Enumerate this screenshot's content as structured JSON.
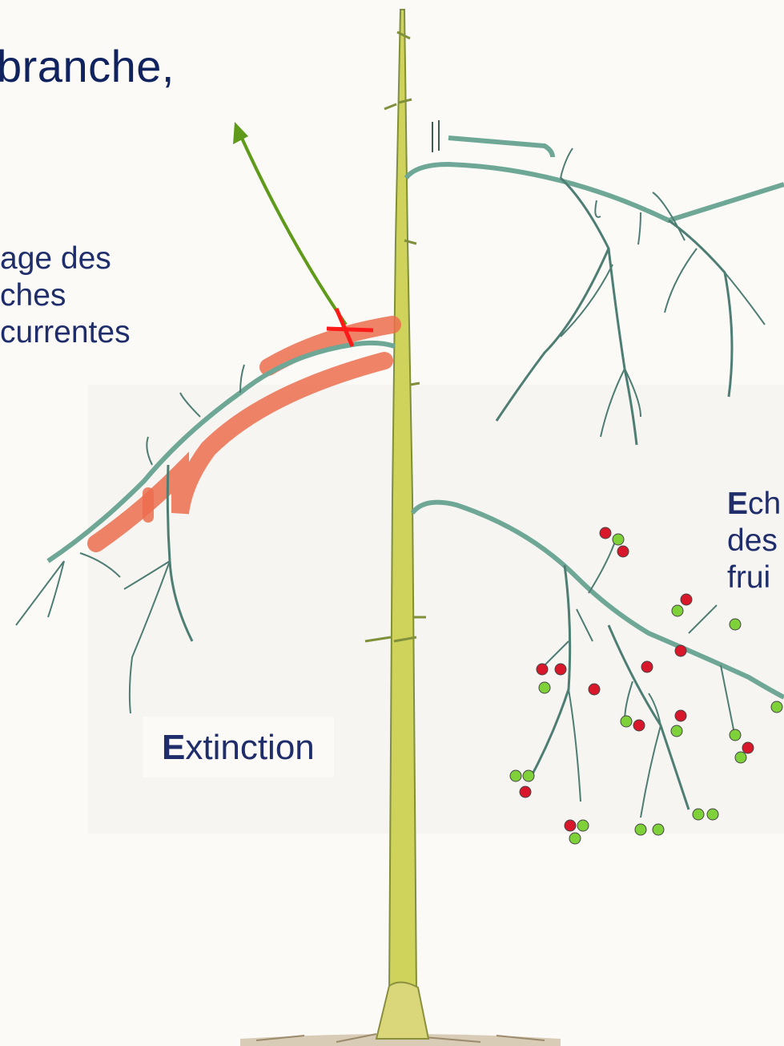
{
  "title_fragment": "branche,",
  "labels": {
    "elagage_line1": "age des",
    "elagage_line2": "ches",
    "elagage_line3": "currentes",
    "echelonnement_initial": "E",
    "echelonnement_line1_rest": "ch",
    "echelonnement_line2": "des",
    "echelonnement_line3": "frui",
    "extinction_initial": "E",
    "extinction_rest": "xtinction"
  },
  "colors": {
    "stem": "#c9cf57",
    "branch": "#6fa797",
    "pruning_highlight": "#ec6d4f",
    "arrow": "#5f9a1a",
    "cut_mark": "#ff1a1a",
    "fruit_red": "#d8182a",
    "fruit_green": "#7fd13a",
    "text": "#1f2d6b"
  }
}
